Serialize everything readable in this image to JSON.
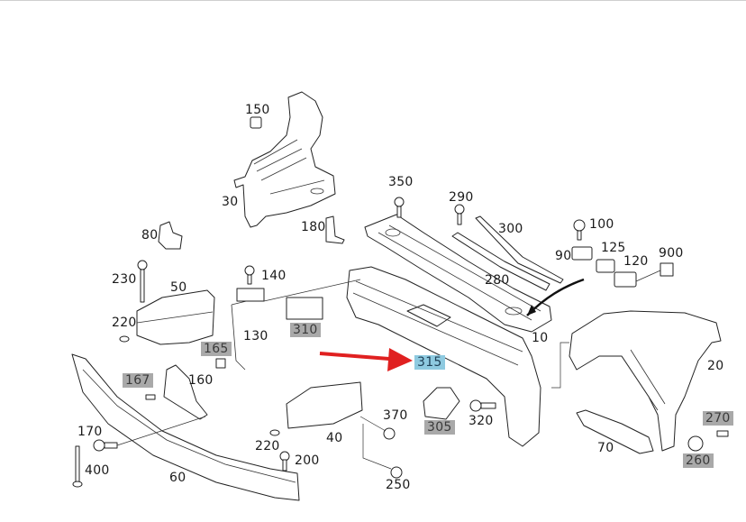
{
  "diagram": {
    "title": "Front end structure exploded parts diagram",
    "highlight_colors": {
      "grey": "#a9a9a9",
      "blue": "#8ecae0",
      "arrow": "#e02020"
    },
    "labels": [
      {
        "id": "150",
        "text": "150",
        "style": "plain"
      },
      {
        "id": "30",
        "text": "30",
        "style": "plain"
      },
      {
        "id": "180",
        "text": "180",
        "style": "plain"
      },
      {
        "id": "80",
        "text": "80",
        "style": "plain"
      },
      {
        "id": "350",
        "text": "350",
        "style": "plain"
      },
      {
        "id": "290",
        "text": "290",
        "style": "plain"
      },
      {
        "id": "300",
        "text": "300",
        "style": "plain"
      },
      {
        "id": "100",
        "text": "100",
        "style": "plain"
      },
      {
        "id": "125",
        "text": "125",
        "style": "plain"
      },
      {
        "id": "90",
        "text": "90",
        "style": "plain"
      },
      {
        "id": "120",
        "text": "120",
        "style": "plain"
      },
      {
        "id": "900",
        "text": "900",
        "style": "plain"
      },
      {
        "id": "230",
        "text": "230",
        "style": "plain"
      },
      {
        "id": "140",
        "text": "140",
        "style": "plain"
      },
      {
        "id": "50",
        "text": "50",
        "style": "plain"
      },
      {
        "id": "280",
        "text": "280",
        "style": "plain"
      },
      {
        "id": "220a",
        "text": "220",
        "style": "plain"
      },
      {
        "id": "310",
        "text": "310",
        "style": "grey"
      },
      {
        "id": "130",
        "text": "130",
        "style": "plain"
      },
      {
        "id": "10",
        "text": "10",
        "style": "plain"
      },
      {
        "id": "165",
        "text": "165",
        "style": "grey"
      },
      {
        "id": "315",
        "text": "315",
        "style": "blue"
      },
      {
        "id": "20",
        "text": "20",
        "style": "plain"
      },
      {
        "id": "167",
        "text": "167",
        "style": "grey"
      },
      {
        "id": "160",
        "text": "160",
        "style": "plain"
      },
      {
        "id": "370",
        "text": "370",
        "style": "plain"
      },
      {
        "id": "305",
        "text": "305",
        "style": "grey"
      },
      {
        "id": "320",
        "text": "320",
        "style": "plain"
      },
      {
        "id": "270",
        "text": "270",
        "style": "grey"
      },
      {
        "id": "170",
        "text": "170",
        "style": "plain"
      },
      {
        "id": "40",
        "text": "40",
        "style": "plain"
      },
      {
        "id": "220b",
        "text": "220",
        "style": "plain"
      },
      {
        "id": "70",
        "text": "70",
        "style": "plain"
      },
      {
        "id": "400",
        "text": "400",
        "style": "plain"
      },
      {
        "id": "200",
        "text": "200",
        "style": "plain"
      },
      {
        "id": "260",
        "text": "260",
        "style": "grey"
      },
      {
        "id": "60",
        "text": "60",
        "style": "plain"
      },
      {
        "id": "250",
        "text": "250",
        "style": "plain"
      }
    ]
  }
}
